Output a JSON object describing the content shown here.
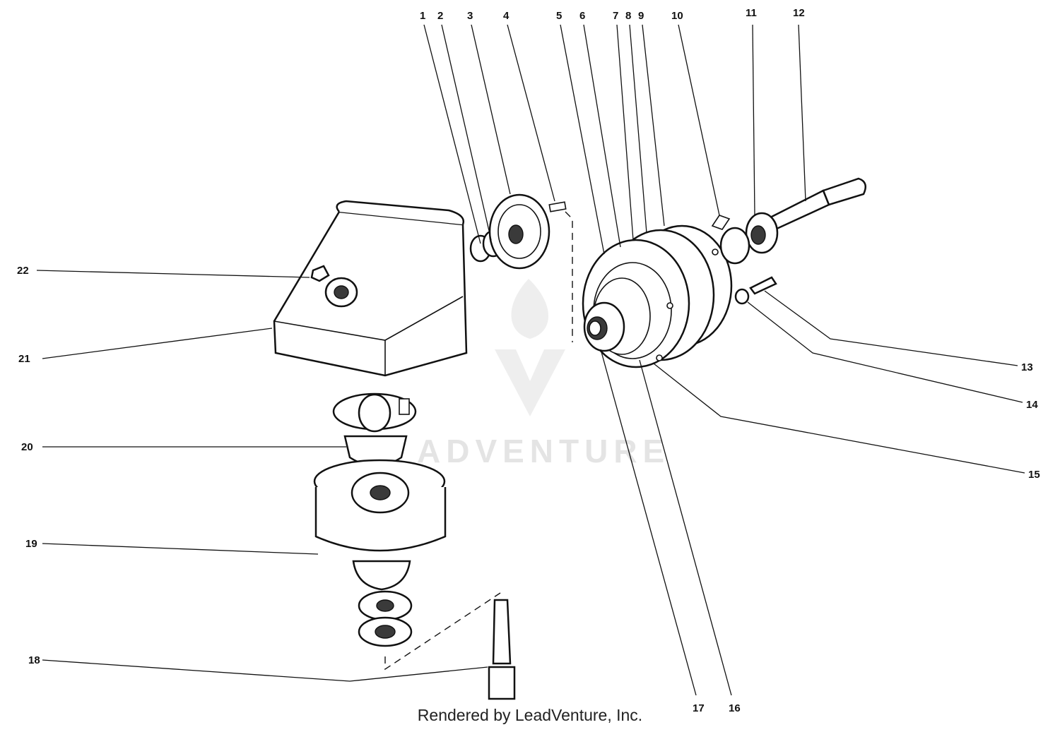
{
  "footer_text": "Rendered by LeadVenture, Inc.",
  "watermark_text": "ADVENTURE",
  "callouts": [
    "1",
    "2",
    "3",
    "4",
    "5",
    "6",
    "7",
    "8",
    "9",
    "10",
    "11",
    "12",
    "13",
    "14",
    "15",
    "16",
    "17",
    "18",
    "19",
    "20",
    "21",
    "22"
  ],
  "colors": {
    "ink": "#111111",
    "watermark": "#cfcfcf"
  }
}
